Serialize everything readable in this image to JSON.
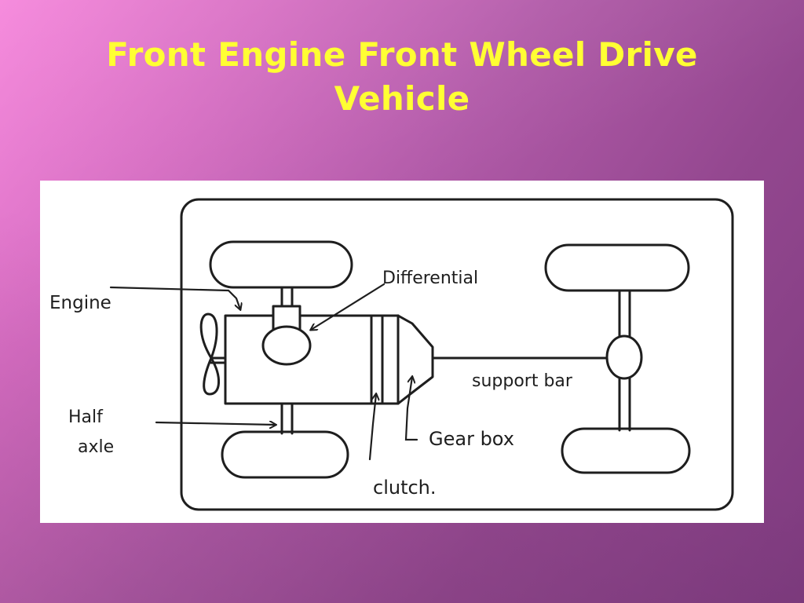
{
  "slide": {
    "title_line1": "Front Engine Front Wheel Drive",
    "title_line2": "Vehicle"
  },
  "diagram": {
    "labels": {
      "engine": "Engine",
      "differential": "Differential",
      "half_axle_line1": "Half",
      "half_axle_line2": "axle",
      "support_bar": "support bar",
      "gear_box": "Gear box",
      "clutch": "clutch."
    },
    "colors": {
      "title": "#ffff33",
      "ink": "#1e1e1e",
      "paper": "#ffffff"
    }
  }
}
